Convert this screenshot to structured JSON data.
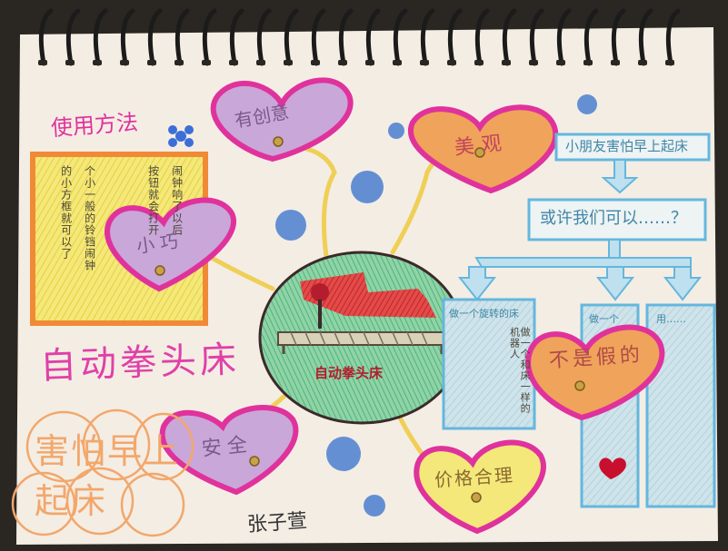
{
  "title": "自动拳头床",
  "center_label": "自动拳头床",
  "usage_label": "使用方法",
  "usage_notes": [
    "个小一般的铃铛闹钟",
    "的小方框就可以了",
    "按钮就会打开",
    "闹钟响了以后"
  ],
  "hearts": {
    "top": "有创意",
    "top_right": "美观",
    "left": "小巧",
    "bottom": "安全",
    "bottom_right": "价格合理",
    "right": "不是假的"
  },
  "problem": "小朋友害怕早上起床",
  "idea": "或许我们可以……？",
  "solution_boxes": [
    "做一个旋转的床",
    "做一个",
    "用……"
  ],
  "solution_box_text": "做一个和床一样的机器人",
  "worry_bubbles": [
    "害怕早上起床"
  ],
  "signature": "张子萱",
  "colors": {
    "paper": "#f6efe6",
    "heart_border": "#e0329c",
    "heart_fill_purple": "#c9a7d9",
    "heart_fill_orange": "#f0a35a",
    "heart_fill_yellow": "#f4e87a",
    "blue_arrow": "#64b7de",
    "title_pink": "#e040a8",
    "dot_blue": "#4a7fd0"
  }
}
